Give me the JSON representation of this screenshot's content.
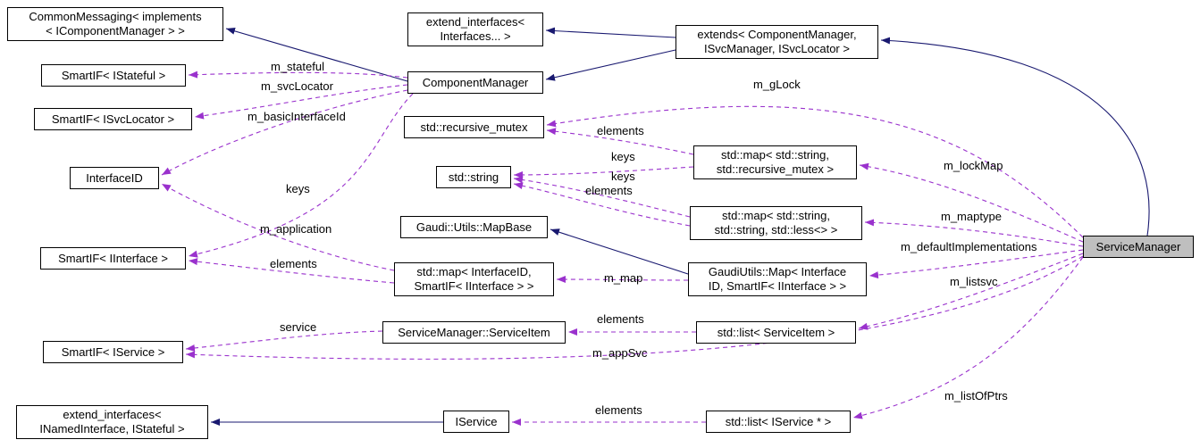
{
  "diagram": {
    "colors": {
      "color-inheritance": "#191970",
      "color-usage": "#9A32CD",
      "color-node-border": "#000000",
      "color-node-bg": "#FFFFFF",
      "color-highlight": "#BFBFBF"
    },
    "nodes": {
      "common_messaging": "CommonMessaging< implements\n< IComponentManager > >",
      "smartif_istateful": "SmartIF< IStateful >",
      "smartif_isvclocator": "SmartIF< ISvcLocator >",
      "interface_id": "InterfaceID",
      "smartif_iinterface": "SmartIF< IInterface >",
      "smartif_iservice": "SmartIF< IService >",
      "extend_interfaces_inamed": "extend_interfaces<\nINamedInterface, IStateful >",
      "extend_interfaces_interfaces": "extend_interfaces<\nInterfaces... >",
      "component_manager": "ComponentManager",
      "extends_componentmanager": "extends< ComponentManager,\nISvcManager, ISvcLocator >",
      "std_recursive_mutex": "std::recursive_mutex",
      "std_string": "std::string",
      "gaudi_utils_mapbase": "Gaudi::Utils::MapBase",
      "std_map_interfaceid": "std::map< InterfaceID,\nSmartIF< IInterface > >",
      "servicemanager_serviceitem": "ServiceManager::ServiceItem",
      "iservice": "IService",
      "std_map_string_mutex": "std::map< std::string,\nstd::recursive_mutex >",
      "std_map_string_string": "std::map< std::string,\nstd::string, std::less<> >",
      "gaudiutils_map": "GaudiUtils::Map< Interface\nID, SmartIF< IInterface > >",
      "std_list_serviceitem": "std::list< ServiceItem >",
      "std_list_iservice_ptr": "std::list< IService * >",
      "service_manager": "ServiceManager"
    },
    "edge_labels": {
      "m_stateful": "m_stateful",
      "m_svcLocator": "m_svcLocator",
      "m_basicInterfaceId": "m_basicInterfaceId",
      "keys_interfaceid": "keys",
      "m_application": "m_application",
      "elements_iinterface": "elements",
      "service": "service",
      "m_gLock": "m_gLock",
      "elements_mutex": "elements",
      "keys_string_1": "keys",
      "keys_string_2": "keys",
      "elements_string": "elements",
      "m_lockMap": "m_lockMap",
      "m_maptype": "m_maptype",
      "m_defaultImplementations": "m_defaultImplementations",
      "m_listsvc": "m_listsvc",
      "m_map": "m_map",
      "elements_serviceitem": "elements",
      "m_appSvc": "m_appSvc",
      "m_listOfPtrs": "m_listOfPtrs",
      "elements_iservice": "elements"
    }
  }
}
